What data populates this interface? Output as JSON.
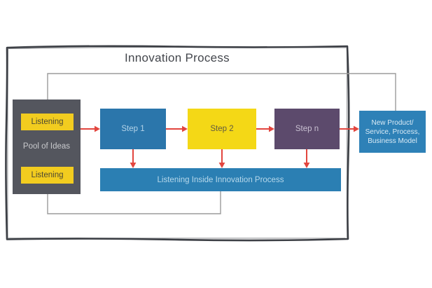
{
  "title": "Innovation Process",
  "colors": {
    "frame": "#3c3f45",
    "pool_bg": "#54565e",
    "yellow": "#f2cc1f",
    "step_yellow": "#f4d816",
    "blue": "#2b76ab",
    "bar_blue": "#2b7fb3",
    "purple": "#5c4a6c",
    "output_blue": "#2e81b7",
    "arrow_red": "#e2453e",
    "line_gray": "#9b9b9b"
  },
  "pool": {
    "label": "Pool of Ideas",
    "listening_top": "Listening",
    "listening_bottom": "Listening"
  },
  "steps": [
    {
      "label": "Step 1"
    },
    {
      "label": "Step 2"
    },
    {
      "label": "Step n"
    }
  ],
  "bar": {
    "label": "Listening Inside Innovation Process"
  },
  "output": {
    "label": "New Product/\nService, Process,\nBusiness Model"
  }
}
